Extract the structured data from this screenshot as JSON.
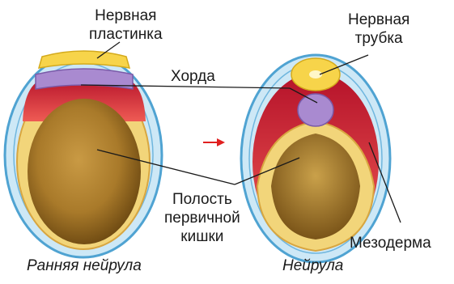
{
  "labels": {
    "neural_plate": [
      "Нервная",
      "пластинка"
    ],
    "chord": "Хорда",
    "neural_tube": [
      "Нервная",
      "трубка"
    ],
    "gut_cavity": [
      "Полость",
      "первичной",
      "кишки"
    ],
    "mesoderm": "Мезодерма"
  },
  "captions": {
    "early": "Ранняя нейрула",
    "late": "Нейрула"
  },
  "colors": {
    "ectoderm": "#bfe2f3",
    "ectoderm_edge": "#5aaed8",
    "neural": "#f7d44a",
    "chord": "#a98ad0",
    "mesoderm": "#e0273f",
    "endoderm": "#f2d57a",
    "cavity": "#b58a33",
    "arrow": "#e02020"
  }
}
